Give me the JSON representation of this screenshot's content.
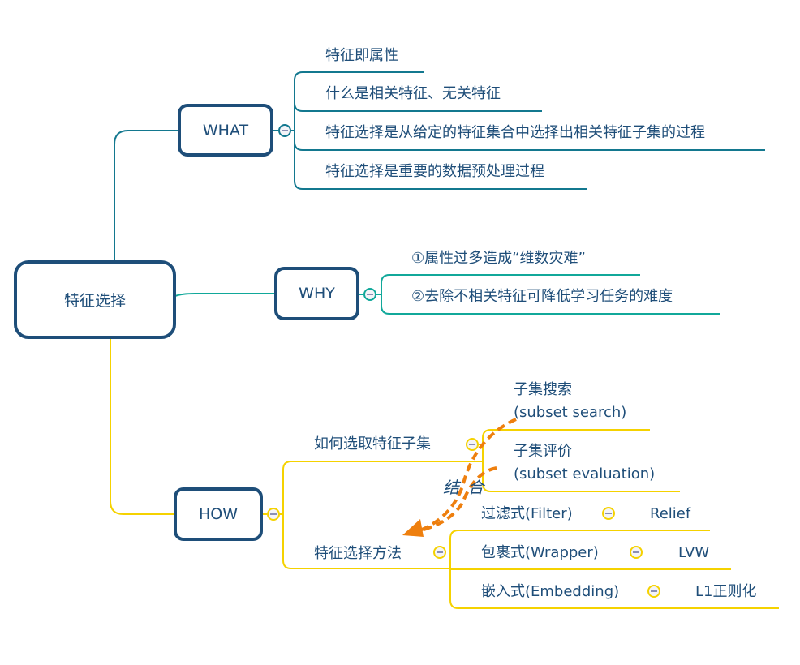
{
  "root": {
    "label": "特征选择"
  },
  "branches": {
    "what": {
      "label": "WHAT",
      "color": "#13788f",
      "items": [
        "特征即属性",
        "什么是相关特征、无关特征",
        "特征选择是从给定的特征集合中选择出相关特征子集的过程",
        "特征选择是重要的数据预处理过程"
      ]
    },
    "why": {
      "label": "WHY",
      "color": "#11a89a",
      "items": [
        "①属性过多造成“维数灾难”",
        "②去除不相关特征可降低学习任务的难度"
      ]
    },
    "how": {
      "label": "HOW",
      "color": "#f5d200",
      "subset": {
        "label": "如何选取特征子集",
        "children": [
          {
            "title": "子集搜索",
            "subtitle": "(subset search)"
          },
          {
            "title": "子集评价",
            "subtitle": "(subset evaluation)"
          }
        ]
      },
      "methods": {
        "label": "特征选择方法",
        "children": [
          {
            "label": "过滤式(Filter)",
            "example": "Relief"
          },
          {
            "label": "包裹式(Wrapper)",
            "example": "LVW"
          },
          {
            "label": "嵌入式(Embedding)",
            "example": "L1正则化"
          }
        ]
      }
    }
  },
  "relationship": {
    "label": "结 合",
    "color": "#ee7f0e"
  },
  "colors": {
    "node_border": "#1e4e79",
    "text": "#1f4e79"
  },
  "toggle_icon": "collapse-minus-icon"
}
